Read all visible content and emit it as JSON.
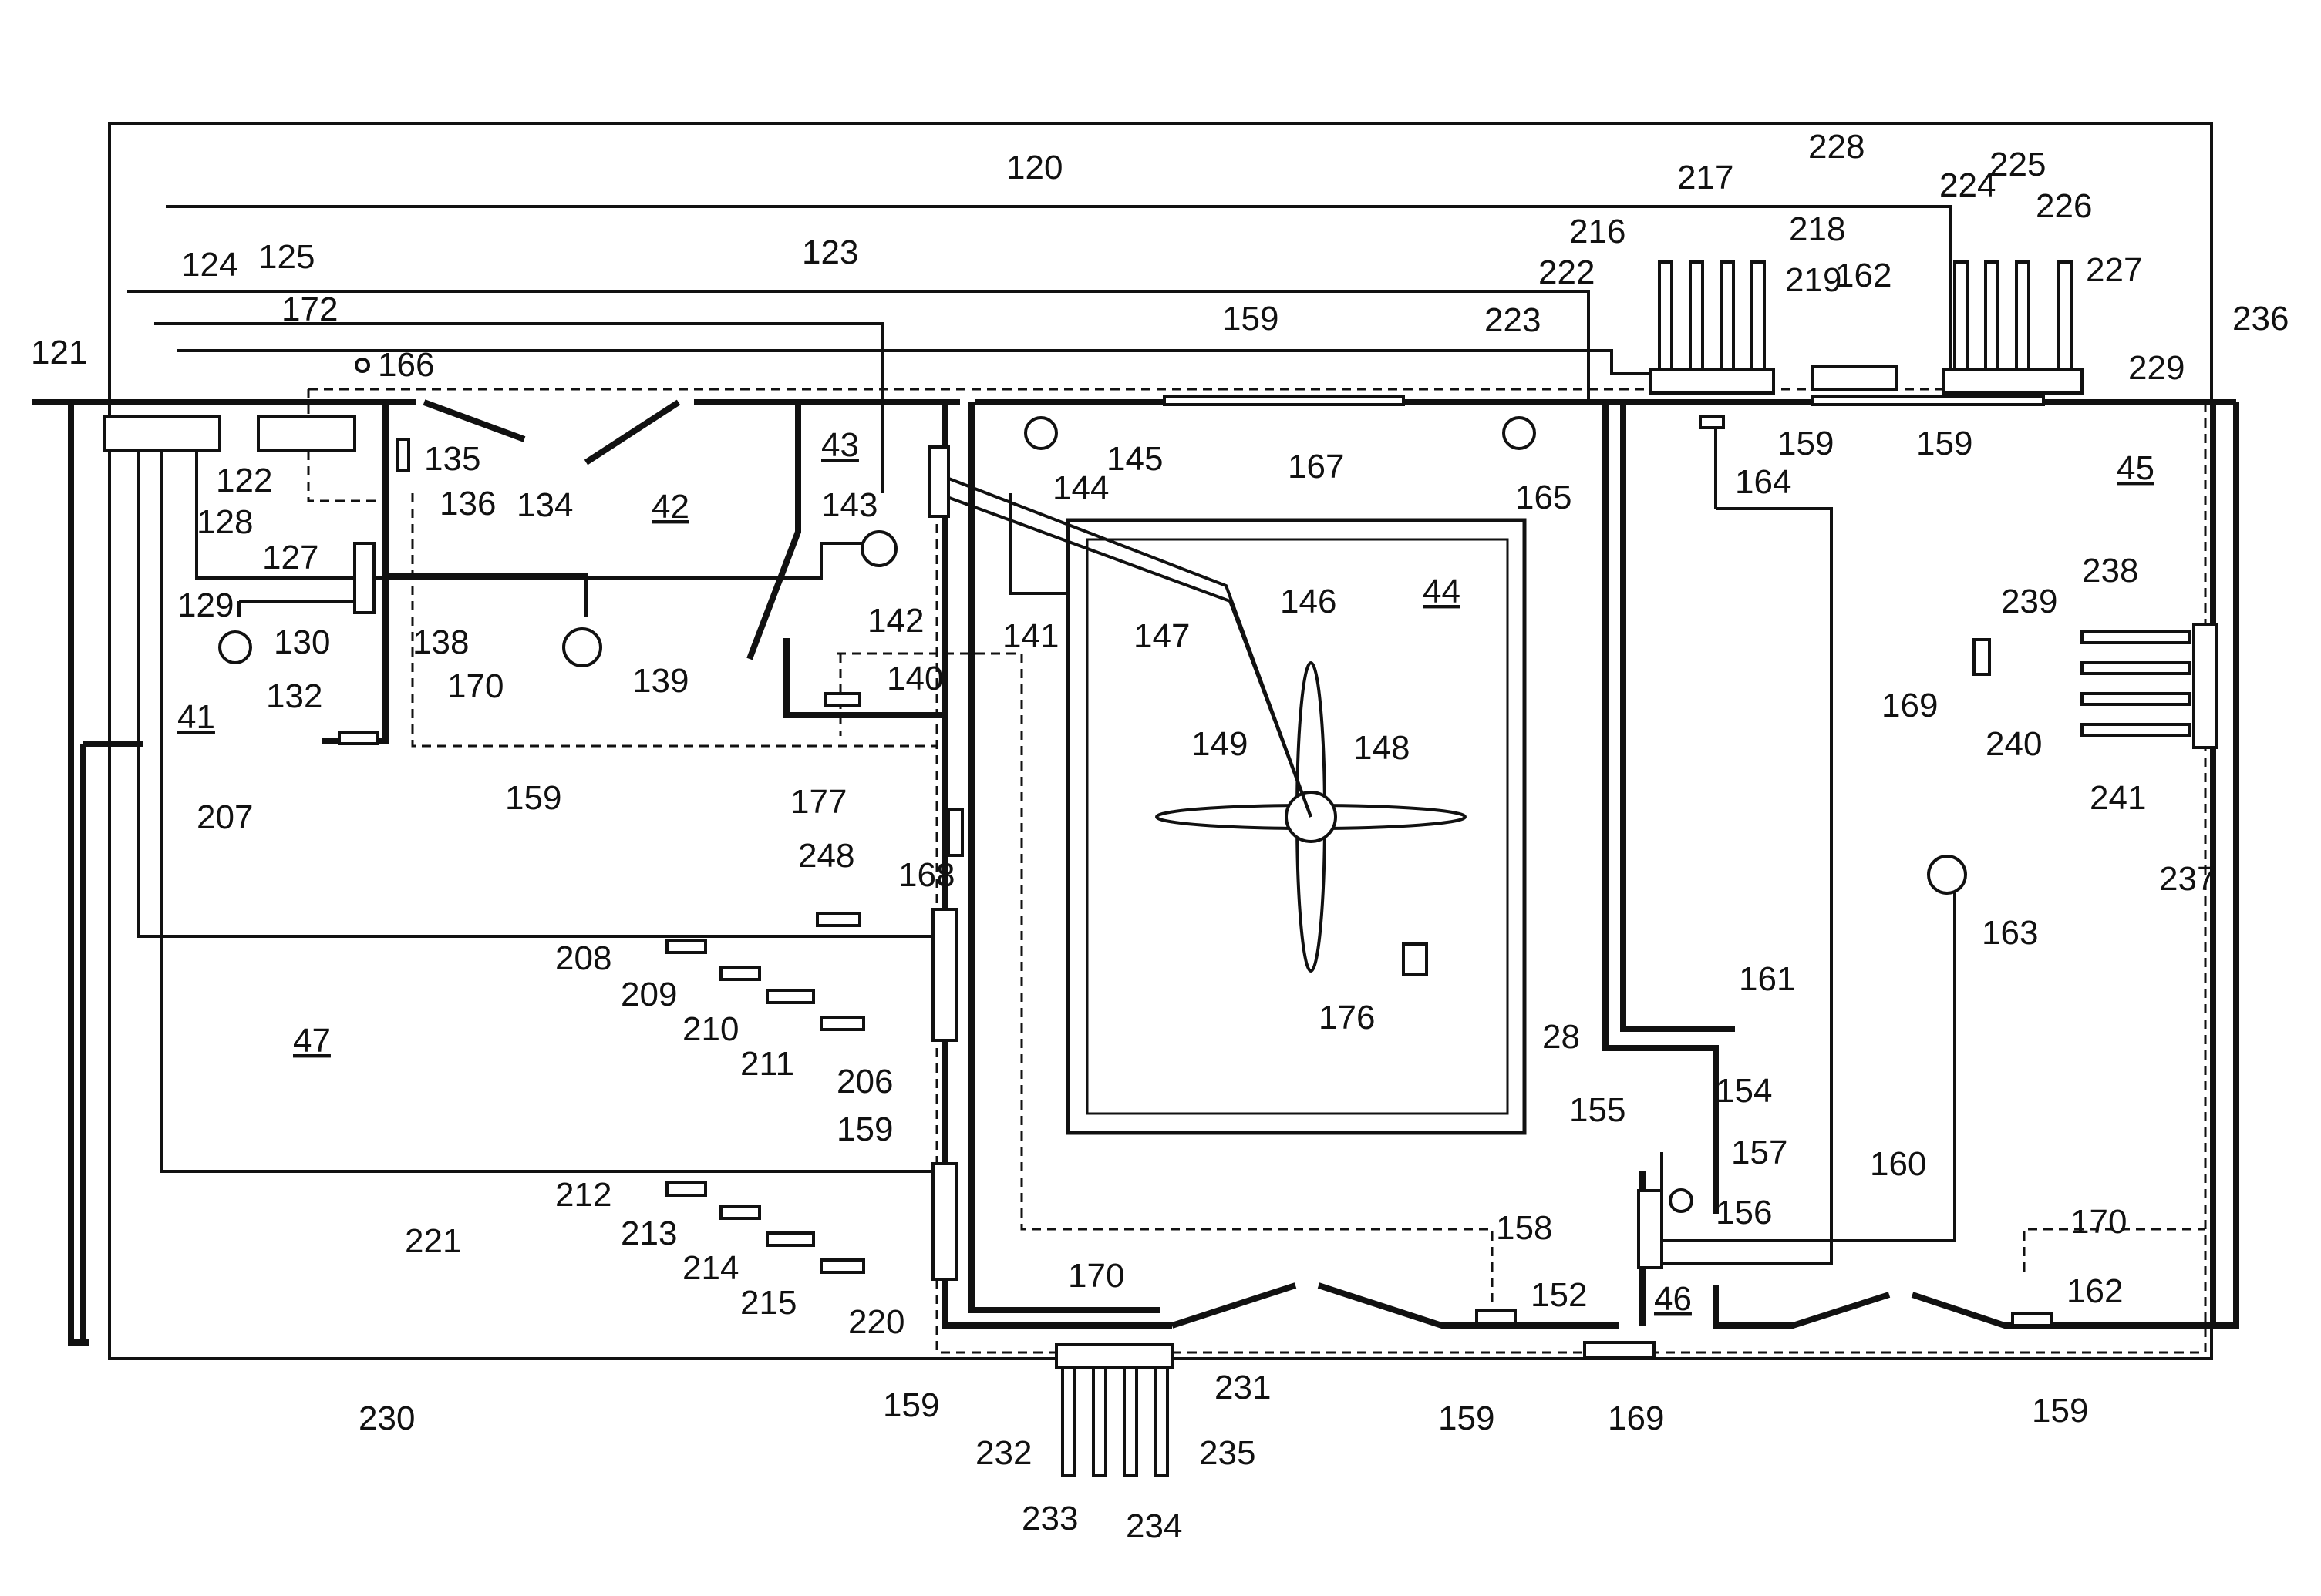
{
  "figure": {
    "reference_numeral": "120",
    "rooms": [
      "41",
      "42",
      "43",
      "44",
      "45",
      "46",
      "47"
    ],
    "labels": [
      "121",
      "122",
      "123",
      "124",
      "125",
      "127",
      "128",
      "129",
      "130",
      "132",
      "134",
      "135",
      "136",
      "138",
      "139",
      "140",
      "141",
      "142",
      "143",
      "144",
      "145",
      "146",
      "147",
      "148",
      "149",
      "152",
      "154",
      "155",
      "156",
      "157",
      "158",
      "159",
      "160",
      "161",
      "162",
      "163",
      "164",
      "165",
      "166",
      "167",
      "168",
      "169",
      "170",
      "172",
      "176",
      "177",
      "206",
      "207",
      "208",
      "209",
      "210",
      "211",
      "212",
      "213",
      "214",
      "215",
      "216",
      "217",
      "218",
      "219",
      "220",
      "221",
      "222",
      "223",
      "224",
      "225",
      "226",
      "227",
      "228",
      "229",
      "230",
      "231",
      "232",
      "233",
      "234",
      "235",
      "236",
      "237",
      "238",
      "239",
      "240",
      "241",
      "248",
      "28"
    ]
  }
}
